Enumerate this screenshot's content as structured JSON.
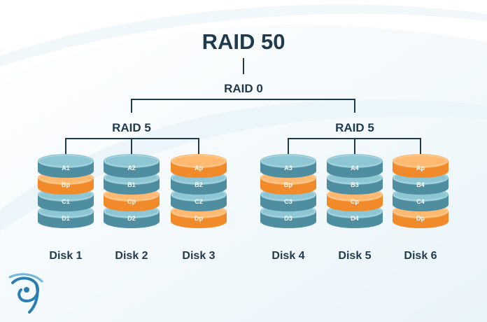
{
  "title": "RAID 50",
  "root_level": "RAID 0",
  "groups": [
    {
      "label": "RAID 5",
      "disks": [
        {
          "label": "Disk 1",
          "blocks": [
            {
              "text": "A1",
              "kind": "data"
            },
            {
              "text": "Bp",
              "kind": "parity"
            },
            {
              "text": "C1",
              "kind": "data"
            },
            {
              "text": "D1",
              "kind": "data"
            }
          ]
        },
        {
          "label": "Disk 2",
          "blocks": [
            {
              "text": "A2",
              "kind": "data"
            },
            {
              "text": "B1",
              "kind": "data"
            },
            {
              "text": "Cp",
              "kind": "parity"
            },
            {
              "text": "D2",
              "kind": "data"
            }
          ]
        },
        {
          "label": "Disk 3",
          "blocks": [
            {
              "text": "Ap",
              "kind": "parity"
            },
            {
              "text": "B2",
              "kind": "data"
            },
            {
              "text": "C2",
              "kind": "data"
            },
            {
              "text": "Dp",
              "kind": "parity"
            }
          ]
        }
      ]
    },
    {
      "label": "RAID 5",
      "disks": [
        {
          "label": "Disk 4",
          "blocks": [
            {
              "text": "A3",
              "kind": "data"
            },
            {
              "text": "Bp",
              "kind": "parity"
            },
            {
              "text": "C3",
              "kind": "data"
            },
            {
              "text": "D3",
              "kind": "data"
            }
          ]
        },
        {
          "label": "Disk 5",
          "blocks": [
            {
              "text": "A4",
              "kind": "data"
            },
            {
              "text": "B3",
              "kind": "data"
            },
            {
              "text": "Cp",
              "kind": "parity"
            },
            {
              "text": "D4",
              "kind": "data"
            }
          ]
        },
        {
          "label": "Disk 6",
          "blocks": [
            {
              "text": "Ap",
              "kind": "parity"
            },
            {
              "text": "B4",
              "kind": "data"
            },
            {
              "text": "C4",
              "kind": "data"
            },
            {
              "text": "Dp",
              "kind": "parity"
            }
          ]
        }
      ]
    }
  ],
  "colors": {
    "data": "#4f8ea0",
    "data_top": "#8ec6d4",
    "parity": "#f08a2a",
    "parity_top": "#ffb970",
    "text": "#1f3a4d",
    "logo": "#2a7fb0"
  },
  "logo_icon": "swirl-logo-icon"
}
